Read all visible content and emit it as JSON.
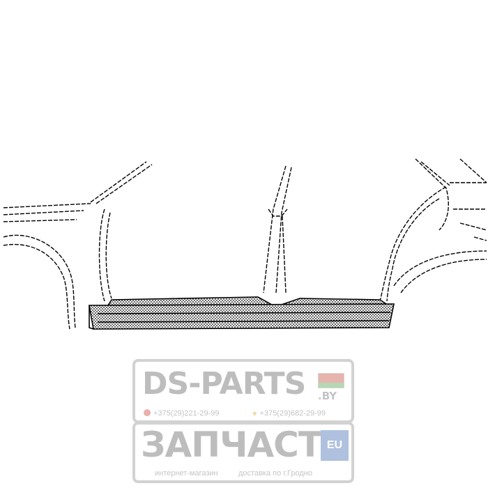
{
  "watermark": {
    "brand": "DS-PARTS",
    "tld": ".BY",
    "phone_1": "+375(29)221-29-99",
    "phone_2": "+375(29)682-29-99",
    "brand_2": "ЗАПЧАСТИ",
    "badge": "EU",
    "tagline_1": "интернет-магазин",
    "tagline_2": "доставка по г.Гродно"
  },
  "colors": {
    "line": "#000000",
    "watermark_text": "#555555",
    "flag_red": "#c0392b",
    "flag_green": "#3a9a3a",
    "eu_blue": "#2f5fae"
  }
}
